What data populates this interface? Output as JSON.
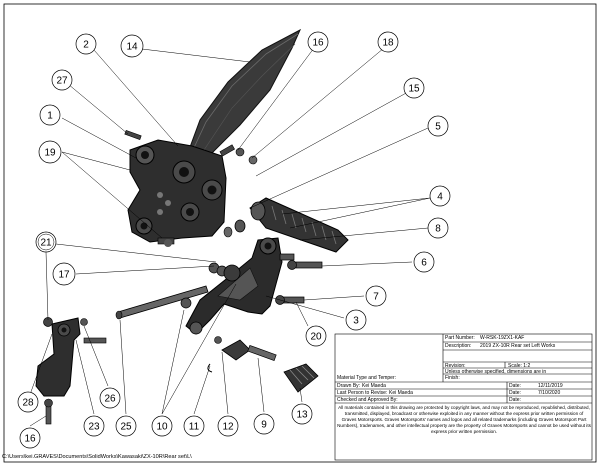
{
  "balloons": [
    "2",
    "14",
    "16",
    "18",
    "27",
    "15",
    "1",
    "5",
    "19",
    "4",
    "8",
    "6",
    "7",
    "3",
    "17",
    "20",
    "21",
    "28",
    "26",
    "23",
    "25",
    "10",
    "11",
    "12",
    "9",
    "13",
    "16"
  ],
  "title_block": {
    "part_number_label": "Part Number:",
    "part_number": "W-RSK-19ZX1-KAF",
    "description_label": "Description:",
    "description": "2019 ZX-10R Rear set Left Works",
    "revision_label": "Revision:",
    "scale": "Scale: 1:2",
    "tolerance_note": "Unless otherwise specified, dimensions are in",
    "finish_label": "Finish:",
    "material_label": "Material Type and Temper:",
    "drawn_by_label": "Drawn By:",
    "drawn_by": "Kei Maeda",
    "drawn_date_label": "Date:",
    "drawn_date": "12/11/2019",
    "revised_by_label": "Last Person to Revise:",
    "revised_by": "Kei Maeda",
    "revised_date_label": "Date:",
    "revised_date": "7/10/2020",
    "checked_label": "Checked and Approved By:",
    "checked_date_label": "Date:",
    "disclaimer": "All materials contained in this drawing are protected by copyright laws, and may not be reproduced, republished, distributed, transmitted, displayed, broadcast or otherwise exploited in any manner without the express prior written permission of Graves Motorsports. Graves Motorsports' names and logos and all related trademarks (including Graves Motorsport Part Numbers), tradenames, and other intellectual property are the property of Graves Motorsports and cannot be used without its express prior written permission."
  },
  "file_path": "C:\\Users\\kei.GRAVES\\Documents\\SolidWorks\\Kawasaki\\ZX-10R\\Rear set\\L\\"
}
